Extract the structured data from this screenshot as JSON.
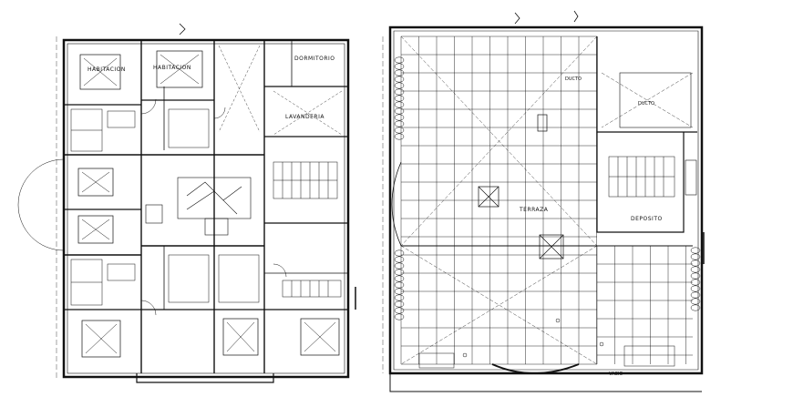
{
  "left_plan": {
    "rooms": {
      "hab_1": "HABITACION",
      "hab_2": "HABITACION",
      "lavanderia": "LAVANDERIA",
      "dormitorio": "DORMITORIO"
    }
  },
  "right_plan": {
    "rooms": {
      "terraza": "TERRAZA",
      "deposito": "DEPOSITO",
      "ducto_1": "DUCTO",
      "ducto_2": "DUCTO",
      "vacio": "VACIO"
    }
  },
  "colors": {
    "line": "#111111",
    "background": "#ffffff"
  }
}
